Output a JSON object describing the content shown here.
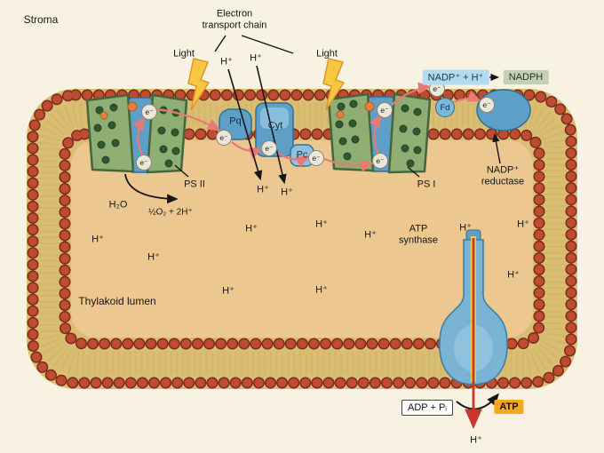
{
  "labels": {
    "stroma": "Stroma",
    "thylakoid_lumen": "Thylakoid lumen",
    "electron_transport_chain": "Electron\ntransport chain",
    "light": "Light",
    "h_plus": "H⁺",
    "e_minus": "e⁻",
    "ps2": "PS II",
    "ps1": "PS I",
    "pq": "Pq",
    "cyt": "Cyt",
    "pc": "Pc",
    "fd": "Fd",
    "nadp_reductase": "NADP⁺\nreductase",
    "nadp_plus_h": "NADP⁺ + H⁺",
    "nadph": "NADPH",
    "water": "H₂O",
    "oxygen_product": "½O₂ + 2H⁺",
    "atp_synthase": "ATP\nsynthase",
    "adp_pi": "ADP + Pᵢ",
    "atp": "ATP"
  },
  "colors": {
    "background": "#f7f2e2",
    "lumen": "#ecc78f",
    "membrane_band": "#d9bd72",
    "bead": "#bf4b31",
    "bead_outline": "#7c2d1c",
    "complex_green": "#8fae74",
    "complex_blue": "#5d9fc7",
    "electron_path": "#e87a74",
    "nadp_box": "#b5d9ee",
    "nadph_box": "#c6cfb7",
    "atp_box": "#f5a81c",
    "proton_arrow": "#c8392b",
    "light_bolt": "#f7c73f"
  }
}
